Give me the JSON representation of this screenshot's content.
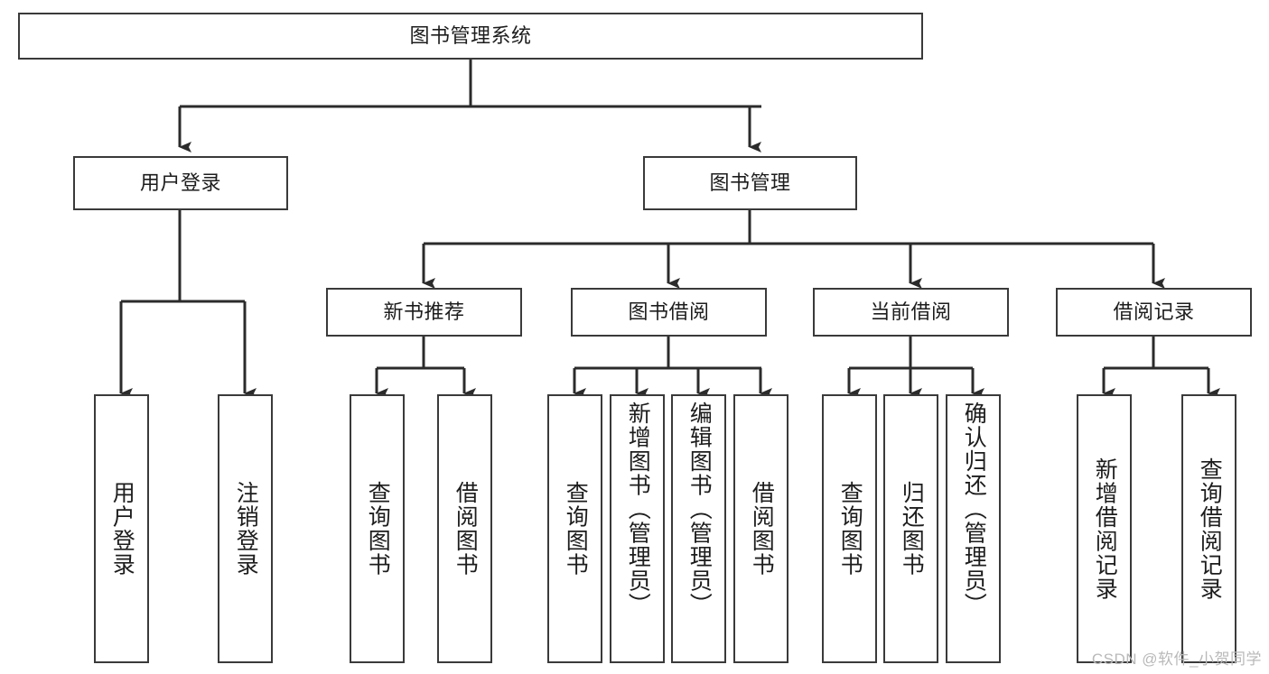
{
  "diagram": {
    "type": "tree-hierarchy",
    "title": "图书管理系统",
    "orientation": "top-down",
    "colors": {
      "box_border": "#3a3a3a",
      "box_fill": "#ffffff",
      "edge": "#2b2b2b",
      "text": "#1d1d1d",
      "watermark": "#b9b9b9",
      "background": "#ffffff"
    },
    "root": {
      "label": "图书管理系统"
    },
    "level2": [
      {
        "label": "用户登录"
      },
      {
        "label": "图书管理"
      }
    ],
    "level3": [
      {
        "label": "新书推荐"
      },
      {
        "label": "图书借阅"
      },
      {
        "label": "当前借阅"
      },
      {
        "label": "借阅记录"
      }
    ],
    "leaves": {
      "user_login": [
        {
          "label": "用户登录"
        },
        {
          "label": "注销登录"
        }
      ],
      "new_book_recommend": [
        {
          "label": "查询图书"
        },
        {
          "label": "借阅图书"
        }
      ],
      "book_borrow": [
        {
          "label": "查询图书"
        },
        {
          "label": "新增图书（管理员）"
        },
        {
          "label": "编辑图书（管理员）"
        },
        {
          "label": "借阅图书"
        }
      ],
      "current_borrow": [
        {
          "label": "查询图书"
        },
        {
          "label": "归还图书"
        },
        {
          "label": "确认归还（管理员）"
        }
      ],
      "borrow_record": [
        {
          "label": "新增借阅记录"
        },
        {
          "label": "查询借阅记录"
        }
      ]
    }
  },
  "watermark": {
    "text": "CSDN @软件_小贺同学"
  }
}
